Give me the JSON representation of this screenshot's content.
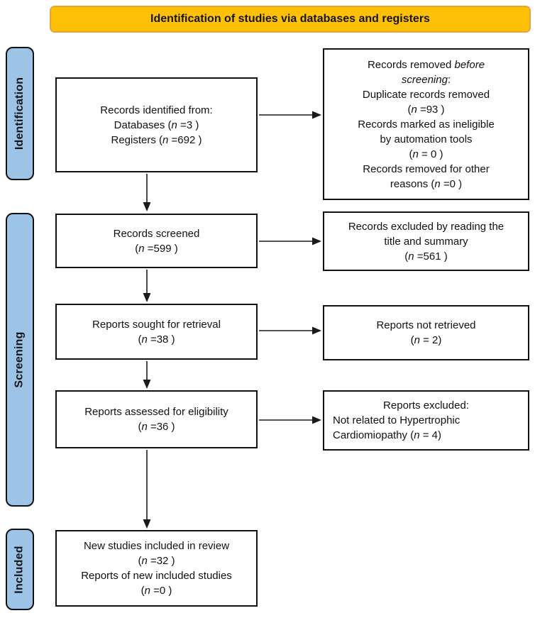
{
  "header": {
    "title": "Identification of studies via databases and registers"
  },
  "stages": [
    {
      "label": "Identification"
    },
    {
      "label": "Screening"
    },
    {
      "label": "Included"
    }
  ],
  "boxes": {
    "identified": {
      "lines": [
        {
          "segs": [
            {
              "t": "Records identified from:"
            }
          ]
        },
        {
          "segs": [
            {
              "t": "Databases ("
            },
            {
              "t": "n",
              "i": true
            },
            {
              "t": " =3 )"
            }
          ]
        },
        {
          "segs": [
            {
              "t": "Registers ("
            },
            {
              "t": "n",
              "i": true
            },
            {
              "t": " =692 )"
            }
          ]
        }
      ]
    },
    "removed": {
      "lines": [
        {
          "segs": [
            {
              "t": "Records removed "
            },
            {
              "t": "before",
              "i": true
            }
          ]
        },
        {
          "segs": [
            {
              "t": "screening",
              "i": true
            },
            {
              "t": ":"
            }
          ]
        },
        {
          "segs": [
            {
              "t": "Duplicate records removed"
            }
          ]
        },
        {
          "segs": [
            {
              "t": "("
            },
            {
              "t": "n",
              "i": true
            },
            {
              "t": " =93 )"
            }
          ]
        },
        {
          "segs": [
            {
              "t": "Records marked as ineligible"
            }
          ]
        },
        {
          "segs": [
            {
              "t": "by automation tools"
            }
          ]
        },
        {
          "segs": [
            {
              "t": "("
            },
            {
              "t": "n",
              "i": true
            },
            {
              "t": " = 0 )"
            }
          ]
        },
        {
          "segs": [
            {
              "t": "Records removed for other"
            }
          ]
        },
        {
          "segs": [
            {
              "t": "reasons  ("
            },
            {
              "t": "n",
              "i": true
            },
            {
              "t": " =0 )"
            }
          ]
        }
      ]
    },
    "screened": {
      "lines": [
        {
          "segs": [
            {
              "t": "Records screened"
            }
          ]
        },
        {
          "segs": [
            {
              "t": "("
            },
            {
              "t": "n",
              "i": true
            },
            {
              "t": " =599 )"
            }
          ]
        }
      ]
    },
    "excluded_title_summary": {
      "lines": [
        {
          "segs": [
            {
              "t": "Records excluded by reading the"
            }
          ]
        },
        {
          "segs": [
            {
              "t": "title and summary"
            }
          ]
        },
        {
          "segs": [
            {
              "t": "("
            },
            {
              "t": "n",
              "i": true
            },
            {
              "t": " =561 )"
            }
          ]
        }
      ]
    },
    "sought": {
      "lines": [
        {
          "segs": [
            {
              "t": "Reports sought for retrieval"
            }
          ]
        },
        {
          "segs": [
            {
              "t": "("
            },
            {
              "t": "n",
              "i": true
            },
            {
              "t": " =38 )"
            }
          ]
        }
      ]
    },
    "not_retrieved": {
      "lines": [
        {
          "segs": [
            {
              "t": "Reports not retrieved"
            }
          ]
        },
        {
          "segs": [
            {
              "t": "("
            },
            {
              "t": "n",
              "i": true
            },
            {
              "t": " = 2)"
            }
          ]
        }
      ]
    },
    "assessed": {
      "lines": [
        {
          "segs": [
            {
              "t": "Reports assessed for eligibility"
            }
          ]
        },
        {
          "segs": [
            {
              "t": "("
            },
            {
              "t": "n",
              "i": true
            },
            {
              "t": " =36 )"
            }
          ]
        }
      ]
    },
    "reports_excluded": {
      "lines": [
        {
          "segs": [
            {
              "t": "Reports excluded:"
            }
          ]
        },
        {
          "segs": [
            {
              "t": "Not related to Hypertrophic"
            }
          ],
          "align": "left"
        },
        {
          "segs": [
            {
              "t": "Cardiomiopathy ("
            },
            {
              "t": "n",
              "i": true
            },
            {
              "t": " = 4)"
            }
          ],
          "align": "left"
        }
      ]
    },
    "included_in_review": {
      "lines": [
        {
          "segs": [
            {
              "t": "New studies included in review"
            }
          ]
        },
        {
          "segs": [
            {
              "t": "("
            },
            {
              "t": "n",
              "i": true
            },
            {
              "t": " =32 )"
            }
          ]
        },
        {
          "segs": [
            {
              "t": "Reports of new included studies"
            }
          ]
        },
        {
          "segs": [
            {
              "t": "("
            },
            {
              "t": "n",
              "i": true
            },
            {
              "t": " =0 )"
            }
          ]
        }
      ]
    }
  },
  "colors": {
    "header_fill": "#FFC008",
    "header_border": "#E7A33C",
    "stage_fill": "#9DC3E6",
    "box_border": "#111111",
    "arrow": "#1A1A1A",
    "text": "#111111"
  }
}
